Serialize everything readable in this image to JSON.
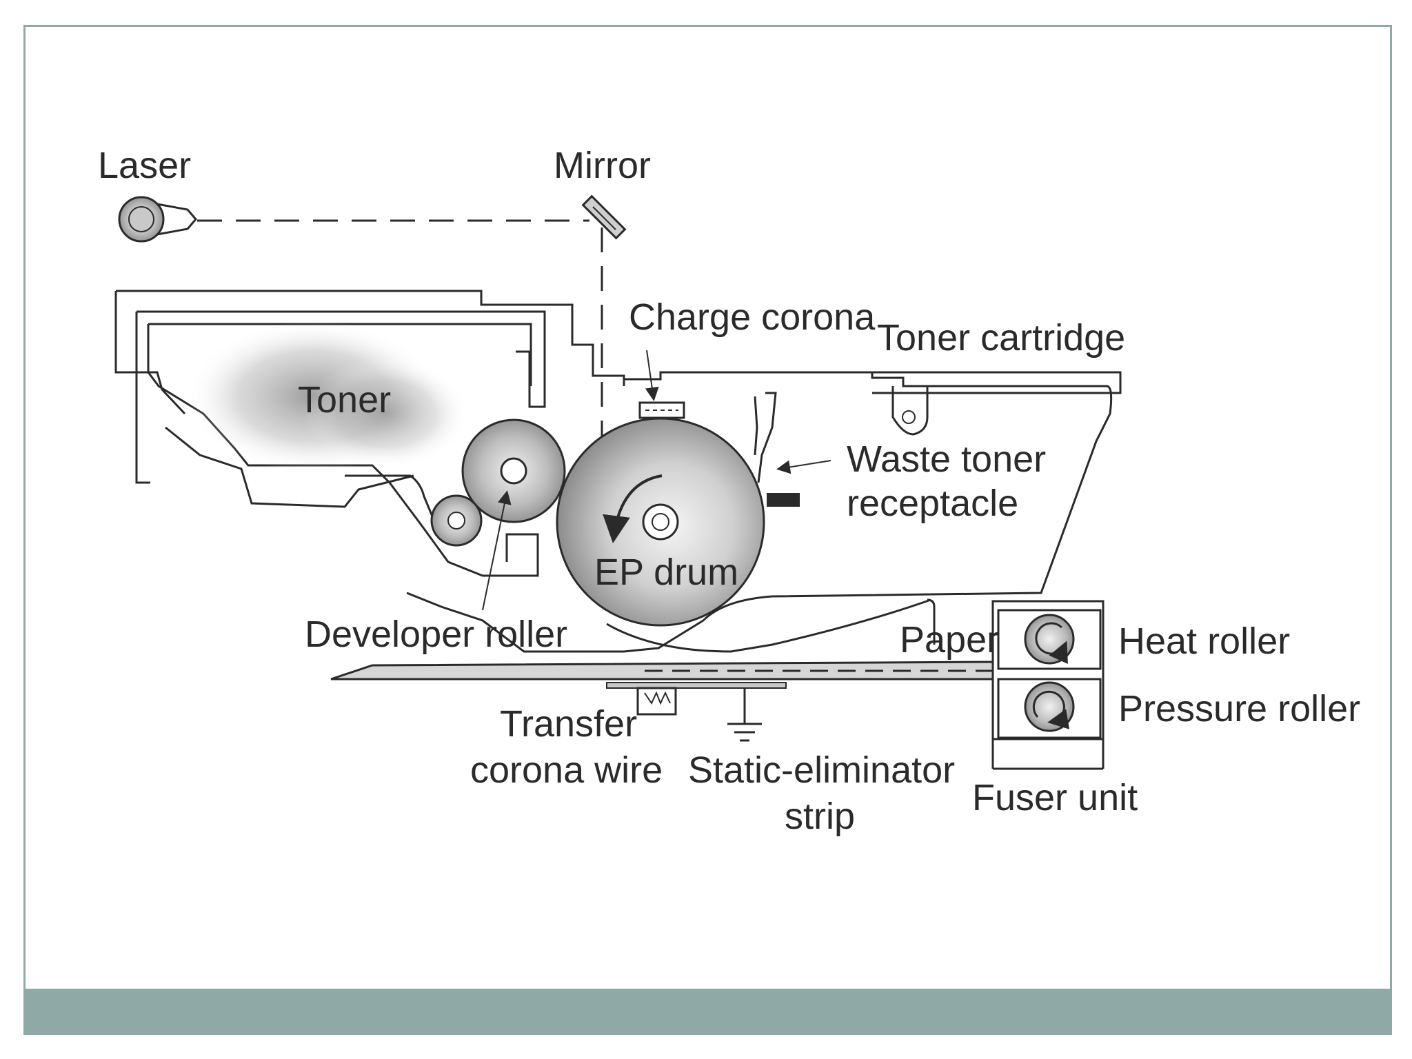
{
  "diagram": {
    "labels": {
      "laser": "Laser",
      "mirror": "Mirror",
      "charge_corona": "Charge corona",
      "toner_cartridge": "Toner cartridge",
      "toner": "Toner",
      "waste_toner_1": "Waste toner",
      "waste_toner_2": "receptacle",
      "ep_drum": "EP drum",
      "developer_roller": "Developer roller",
      "paper": "Paper",
      "heat_roller": "Heat roller",
      "pressure_roller": "Pressure roller",
      "transfer_1": "Transfer",
      "transfer_2": "corona wire",
      "static_1": "Static-eliminator",
      "static_2": "strip",
      "fuser_unit": "Fuser unit"
    }
  },
  "colors": {
    "frame": "#8fa9a6",
    "footer_bar": "#8fa9a6",
    "line": "#2a2a2a",
    "toner_shade": "#9a9a9a"
  }
}
